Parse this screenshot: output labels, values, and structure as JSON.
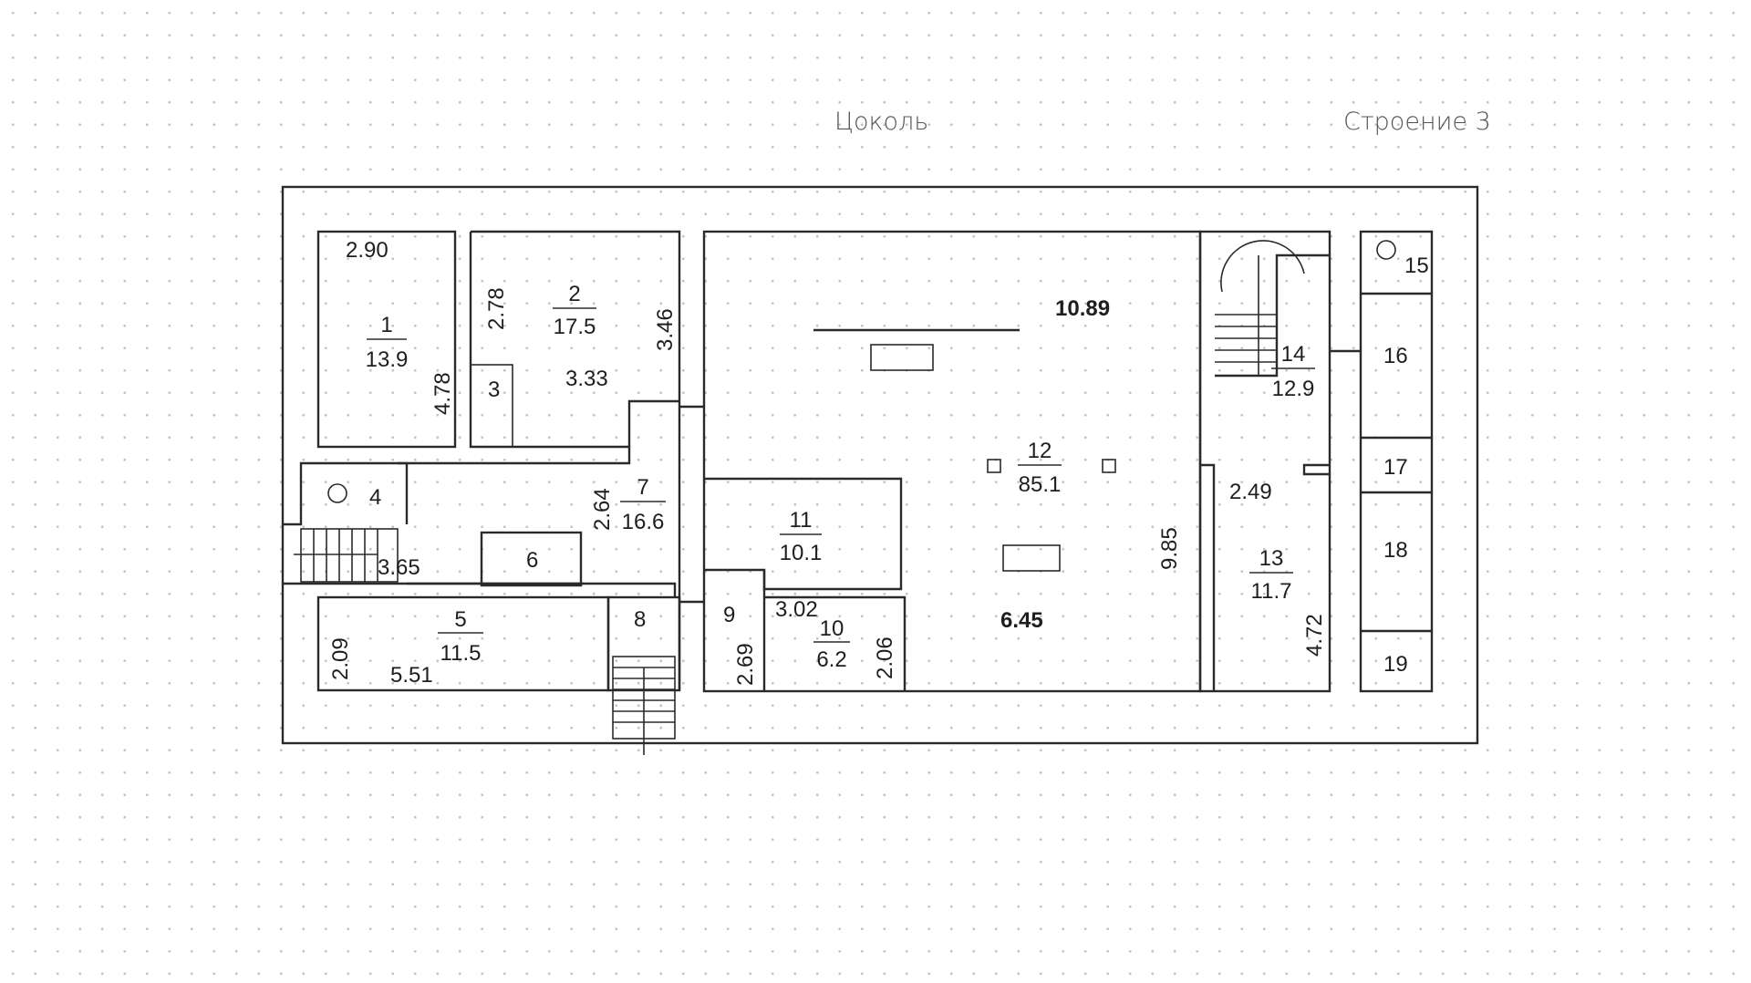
{
  "header": {
    "floor_label": "Цоколь",
    "building_label": "Строение 3"
  },
  "plan": {
    "rooms": [
      {
        "number": "1",
        "area": "13.9"
      },
      {
        "number": "2",
        "area": "17.5"
      },
      {
        "number": "3"
      },
      {
        "number": "4"
      },
      {
        "number": "5",
        "area": "11.5"
      },
      {
        "number": "6"
      },
      {
        "number": "7",
        "area": "16.6"
      },
      {
        "number": "8"
      },
      {
        "number": "9"
      },
      {
        "number": "10",
        "area": "6.2"
      },
      {
        "number": "11",
        "area": "10.1"
      },
      {
        "number": "12",
        "area": "85.1"
      },
      {
        "number": "13",
        "area": "11.7"
      },
      {
        "number": "14",
        "area": "12.9"
      },
      {
        "number": "15"
      },
      {
        "number": "16"
      },
      {
        "number": "17"
      },
      {
        "number": "18"
      },
      {
        "number": "19"
      }
    ],
    "dimensions": [
      "2.90",
      "4.78",
      "2.78",
      "3.46",
      "3.33",
      "2.64",
      "3.65",
      "2.09",
      "5.51",
      "10.89",
      "9.85",
      "6.45",
      "3.02",
      "2.69",
      "2.06",
      "2.49",
      "4.72"
    ]
  }
}
